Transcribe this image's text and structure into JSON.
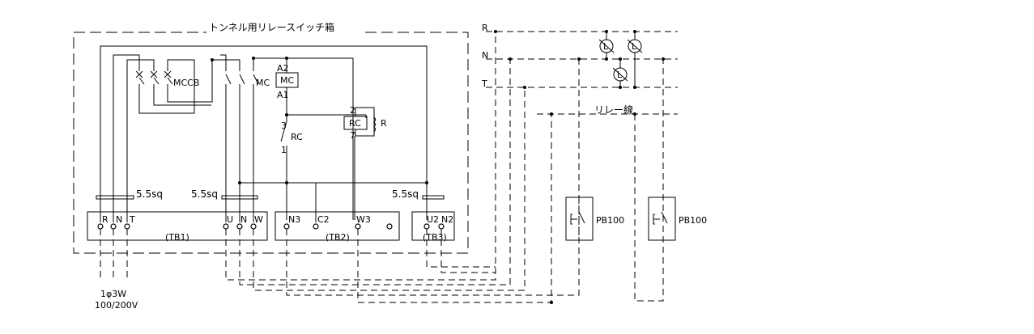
{
  "box_title": "トンネル用リレースイッチ箱",
  "labels": {
    "mccb": "MCCB",
    "mc": "MC",
    "a2": "A2",
    "a1": "A1",
    "mc_coil": "MC",
    "rc_coil": "RC",
    "rc_contact": "RC",
    "r": "R",
    "pin3": "3",
    "pin1": "1",
    "pin2": "2",
    "pin7": "7",
    "sq1": "5.5sq",
    "sq2": "5.5sq",
    "sq3": "5.5sq",
    "tb1": "(TB1)",
    "tb2": "(TB2)",
    "tb3": "(TB3)",
    "t_r": "R",
    "t_n": "N",
    "t_t": "T",
    "t_u": "U",
    "t_n2": "N",
    "t_w": "W",
    "t_n3": "N3",
    "t_c2": "C2",
    "t_w3": "W3",
    "t_u2": "U2",
    "t_n2b": "N2",
    "bus_r": "R",
    "bus_n": "N",
    "bus_t": "T",
    "relay_line": "リレー線",
    "pb1": "PB100",
    "pb2": "PB100",
    "lamp": "L",
    "supply1": "1φ3W",
    "supply2": "100/200V"
  }
}
